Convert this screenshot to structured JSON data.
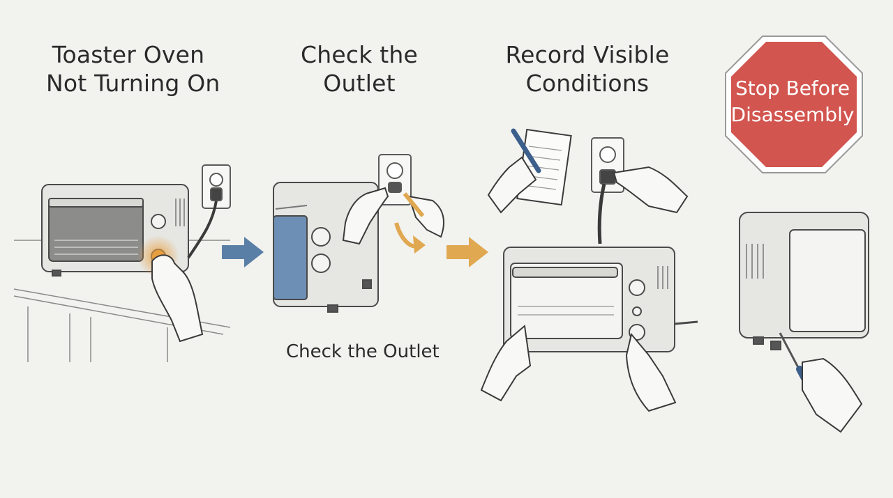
{
  "steps": [
    {
      "line1": "Toaster Oven",
      "line2": "Not Turning On"
    },
    {
      "line1": "Check the",
      "line2": "Outlet"
    },
    {
      "line1": "Record Visible",
      "line2": "Conditions"
    }
  ],
  "sub_caption": "Check the Outlet",
  "stop_sign": {
    "line1": "Stop Before",
    "line2": "Disassembly",
    "color": "#d2554f"
  },
  "colors": {
    "arrow_blue": "#5a7fa6",
    "arrow_orange": "#e0a850",
    "line": "#3a3a3a",
    "panel_blue": "#6e8fb5"
  },
  "icons": [
    "toaster-oven-icon",
    "wall-outlet-icon",
    "hand-icon",
    "notepad-icon",
    "pen-icon",
    "screwdriver-icon",
    "stop-sign-icon",
    "arrow-right-icon"
  ]
}
